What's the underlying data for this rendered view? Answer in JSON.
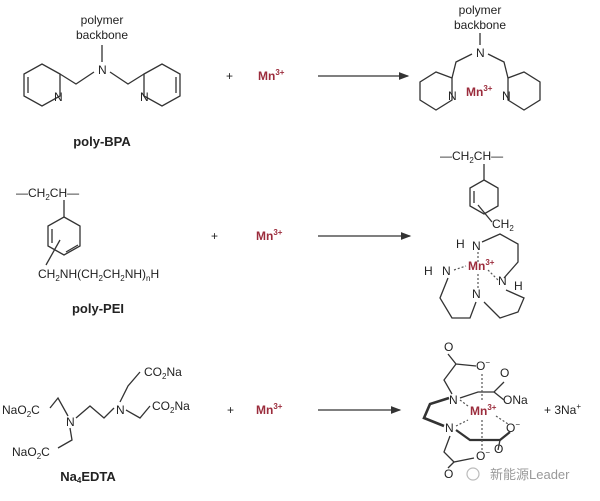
{
  "rows": [
    {
      "reactant_label": "poly-BPA",
      "reactant_backbone_line1": "polymer",
      "reactant_backbone_line2": "backbone",
      "plus": "+",
      "metal": "Mn",
      "metal_charge": "3+",
      "product_backbone_line1": "polymer",
      "product_backbone_line2": "backbone",
      "product_atoms": {
        "n": "N",
        "mn": "Mn",
        "mn_charge": "3+"
      }
    },
    {
      "reactant_label": "poly-PEI",
      "chain_parts": [
        "—CH",
        "2",
        "CH—"
      ],
      "side_chain_parts": [
        "CH",
        "2",
        "NH(CH",
        "2",
        "CH",
        "2",
        "NH)",
        "n",
        "H"
      ],
      "plus": "+",
      "metal": "Mn",
      "metal_charge": "3+",
      "product_chain_parts": [
        "—CH",
        "2",
        "CH—"
      ],
      "product_ch2": [
        "CH",
        "2"
      ],
      "product_atoms": {
        "h": "H",
        "n": "N",
        "mn": "Mn",
        "mn_charge": "3+"
      }
    },
    {
      "reactant_label_parts": [
        "Na",
        "4",
        "EDTA"
      ],
      "groups": {
        "co2na": [
          "CO",
          "2",
          "Na"
        ],
        "nao2c": [
          "NaO",
          "2",
          "C"
        ],
        "n": "N"
      },
      "plus": "+",
      "metal": "Mn",
      "metal_charge": "3+",
      "product_atoms": {
        "o": "O",
        "o_minus": "−",
        "ona": "ONa",
        "n": "N",
        "mn": "Mn",
        "mn_charge": "3+"
      },
      "byproduct_plus": "+ 3Na",
      "byproduct_charge": "+"
    }
  ],
  "watermark": "新能源Leader"
}
